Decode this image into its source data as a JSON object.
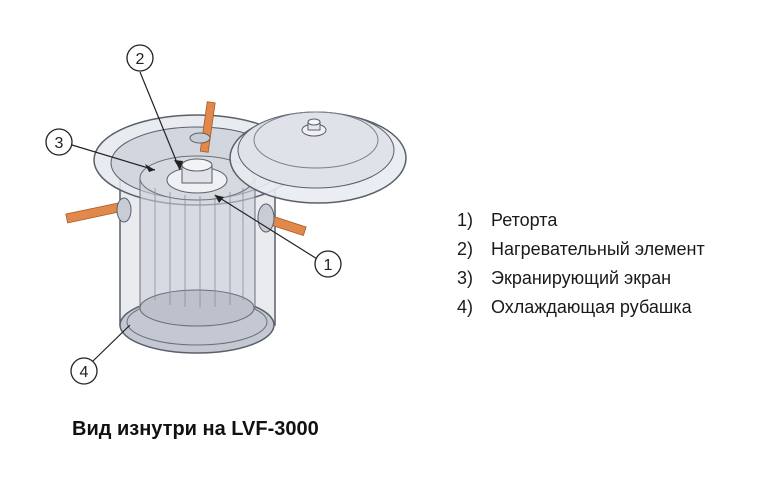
{
  "callouts": [
    {
      "number": "1"
    },
    {
      "number": "2"
    },
    {
      "number": "3"
    },
    {
      "number": "4"
    }
  ],
  "legend": [
    {
      "number": "1)",
      "label": "Реторта"
    },
    {
      "number": "2)",
      "label": "Нагревательный элемент"
    },
    {
      "number": "3)",
      "label": "Экранирующий экран"
    },
    {
      "number": "4)",
      "label": "Охлаждающая рубашка"
    }
  ],
  "caption": "Вид изнутри на LVF-3000",
  "colors": {
    "outline": "#5a5f6a",
    "glass": "#c9ced8",
    "pipe": "#e0894a",
    "text": "#1a1a1a"
  },
  "icons": [
    "furnace-drawing",
    "lid-drawing",
    "pipe"
  ]
}
